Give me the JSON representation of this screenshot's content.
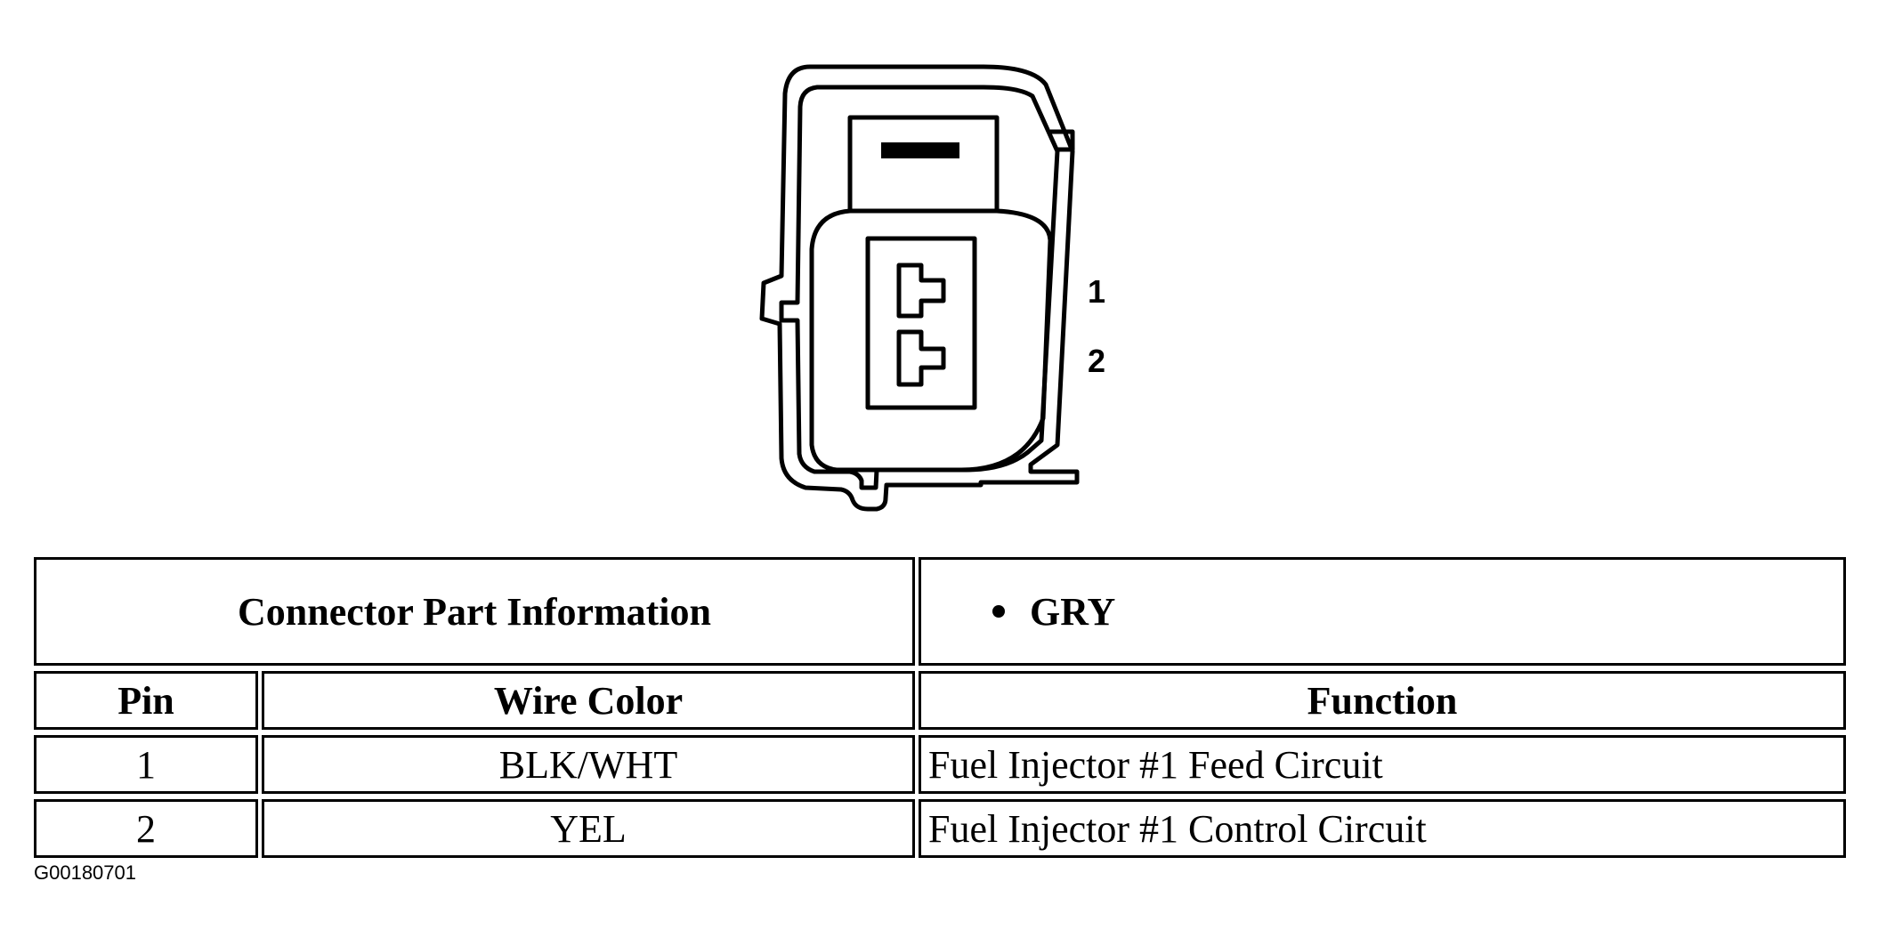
{
  "connector": {
    "pin_labels": [
      "1",
      "2"
    ]
  },
  "part_info": {
    "title": "Connector Part Information",
    "bullets": [
      "GRY"
    ]
  },
  "table": {
    "headers": {
      "pin": "Pin",
      "wire_color": "Wire Color",
      "function": "Function"
    },
    "rows": [
      {
        "pin": "1",
        "wire_color": "BLK/WHT",
        "function": "Fuel Injector #1 Feed Circuit"
      },
      {
        "pin": "2",
        "wire_color": "YEL",
        "function": "Fuel Injector #1 Control Circuit"
      }
    ]
  },
  "figure_code": "G00180701"
}
